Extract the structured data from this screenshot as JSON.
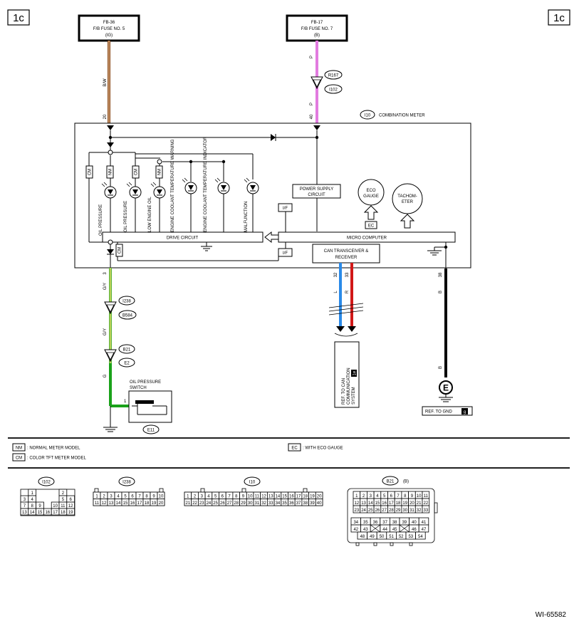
{
  "page_tag": "1c",
  "footer_code": "WI-65582",
  "fuses": {
    "left": {
      "line1": "FB-36",
      "line2": "F/B FUSE NO. 5",
      "line3": "(IG)"
    },
    "right": {
      "line1": "FB-17",
      "line2": "F/B FUSE NO. 7",
      "line3": "(B)"
    }
  },
  "wires": {
    "left_top_color": "B/W",
    "left_top_pin": "20",
    "right_top_color_a": "P",
    "right_top_color_b": "P",
    "right_top_pin": "40",
    "left_bottom_pin": "3",
    "left_bottom_color_a": "G/Y",
    "left_bottom_color_b": "G/Y",
    "left_bottom_color_c": "G",
    "can_l_pin": "32",
    "can_l_color": "L",
    "can_r_pin": "33",
    "can_r_color": "R",
    "gnd_pin": "38",
    "gnd_color_a": "B",
    "gnd_color_b": "B",
    "switch_pin": "1"
  },
  "connectors": {
    "r167": "R167",
    "i102": "I102",
    "i10": "I10",
    "i238": "I238",
    "b584": "B584",
    "b21": "B21",
    "e2": "E2",
    "e11": "E11"
  },
  "meter": {
    "title": "COMBINATION METER",
    "lamps": [
      "OIL PRESSURE",
      "OIL PRESSURE",
      "LOW ENGINE OIL",
      "ENGINE COOLANT TEMPERATURE WARNING",
      "ENGINE COOLANT TEMPERATURE INDICATOR",
      "MALFUNCTION"
    ],
    "tags": {
      "cm": "CM",
      "nm": "NM",
      "ec": "EC",
      "if": "I/F"
    },
    "power_supply": [
      "POWER SUPPLY",
      "CIRCUIT"
    ],
    "eco_gauge": [
      "ECO",
      "GAUGE"
    ],
    "tachometer": [
      "TACHOM-",
      "ETER"
    ],
    "drive_circuit": "DRIVE CIRCUIT",
    "micro_computer": "MICRO COMPUTER",
    "can_transceiver": [
      "CAN TRANSCEIVER &",
      "RECEIVER"
    ]
  },
  "oil_switch": [
    "OIL PRESSURE",
    "SWITCH"
  ],
  "can_ref": [
    "REF. TO CAN",
    "COMMUNICATION",
    "SYSTEM"
  ],
  "can_ref_tag": "1e",
  "gnd_ref": "REF. TO GND",
  "gnd_ref_tag": "g",
  "ground_letter": "E",
  "legend": {
    "nm": {
      "tag": "NM",
      "text": ": NORMAL METER MODEL"
    },
    "cm": {
      "tag": "CM",
      "text": ": COLOR TFT METER MODEL"
    },
    "ec": {
      "tag": "EC",
      "text": ": WITH ECO GAUGE"
    }
  },
  "connector_views": {
    "i102": {
      "label": "I102",
      "rows": [
        [
          "",
          "1",
          "",
          "",
          "",
          "2",
          ""
        ],
        [
          "3",
          "4",
          "",
          "",
          "",
          "5",
          "6"
        ],
        [
          "7",
          "8",
          "9",
          "",
          "10",
          "11",
          "12"
        ],
        [
          "13",
          "14",
          "15",
          "16",
          "17",
          "18",
          "19"
        ]
      ]
    },
    "i238": {
      "label": "I238",
      "rows": [
        [
          "1",
          "2",
          "3",
          "4",
          "5",
          "6",
          "7",
          "8",
          "9",
          "10"
        ],
        [
          "11",
          "12",
          "13",
          "14",
          "15",
          "16",
          "17",
          "18",
          "19",
          "20"
        ]
      ]
    },
    "i10": {
      "label": "I10",
      "rows": [
        [
          "1",
          "2",
          "3",
          "4",
          "5",
          "6",
          "7",
          "8",
          "9",
          "10",
          "11",
          "12",
          "13",
          "14",
          "15",
          "16",
          "17",
          "18",
          "19",
          "20"
        ],
        [
          "21",
          "22",
          "23",
          "24",
          "25",
          "26",
          "27",
          "28",
          "29",
          "30",
          "31",
          "32",
          "33",
          "34",
          "35",
          "36",
          "37",
          "38",
          "39",
          "40"
        ]
      ]
    },
    "b21": {
      "label": "B21",
      "suffix": "(B)",
      "top": [
        [
          "1",
          "2",
          "3",
          "4",
          "5",
          "6",
          "7",
          "8",
          "9",
          "10",
          "11"
        ],
        [
          "12",
          "13",
          "14",
          "15",
          "16",
          "17",
          "18",
          "19",
          "20",
          "21",
          "22"
        ],
        [
          "23",
          "24",
          "25",
          "26",
          "27",
          "28",
          "29",
          "30",
          "31",
          "32",
          "33"
        ]
      ],
      "mid": [
        [
          "34",
          "35",
          "36",
          "37",
          "38",
          "39",
          "40",
          "41"
        ],
        [
          "42",
          "43",
          "",
          "44",
          "45",
          "",
          "46",
          "47"
        ]
      ],
      "bot": [
        "48",
        "49",
        "50",
        "51",
        "52",
        "53",
        "54"
      ]
    }
  },
  "colors": {
    "bw": "#8b4a1a",
    "p": "#e27be0",
    "gy": "#5cb33c",
    "g": "#1aa21a",
    "l": "#2a8ae8",
    "r": "#d11818",
    "b": "#000000"
  }
}
